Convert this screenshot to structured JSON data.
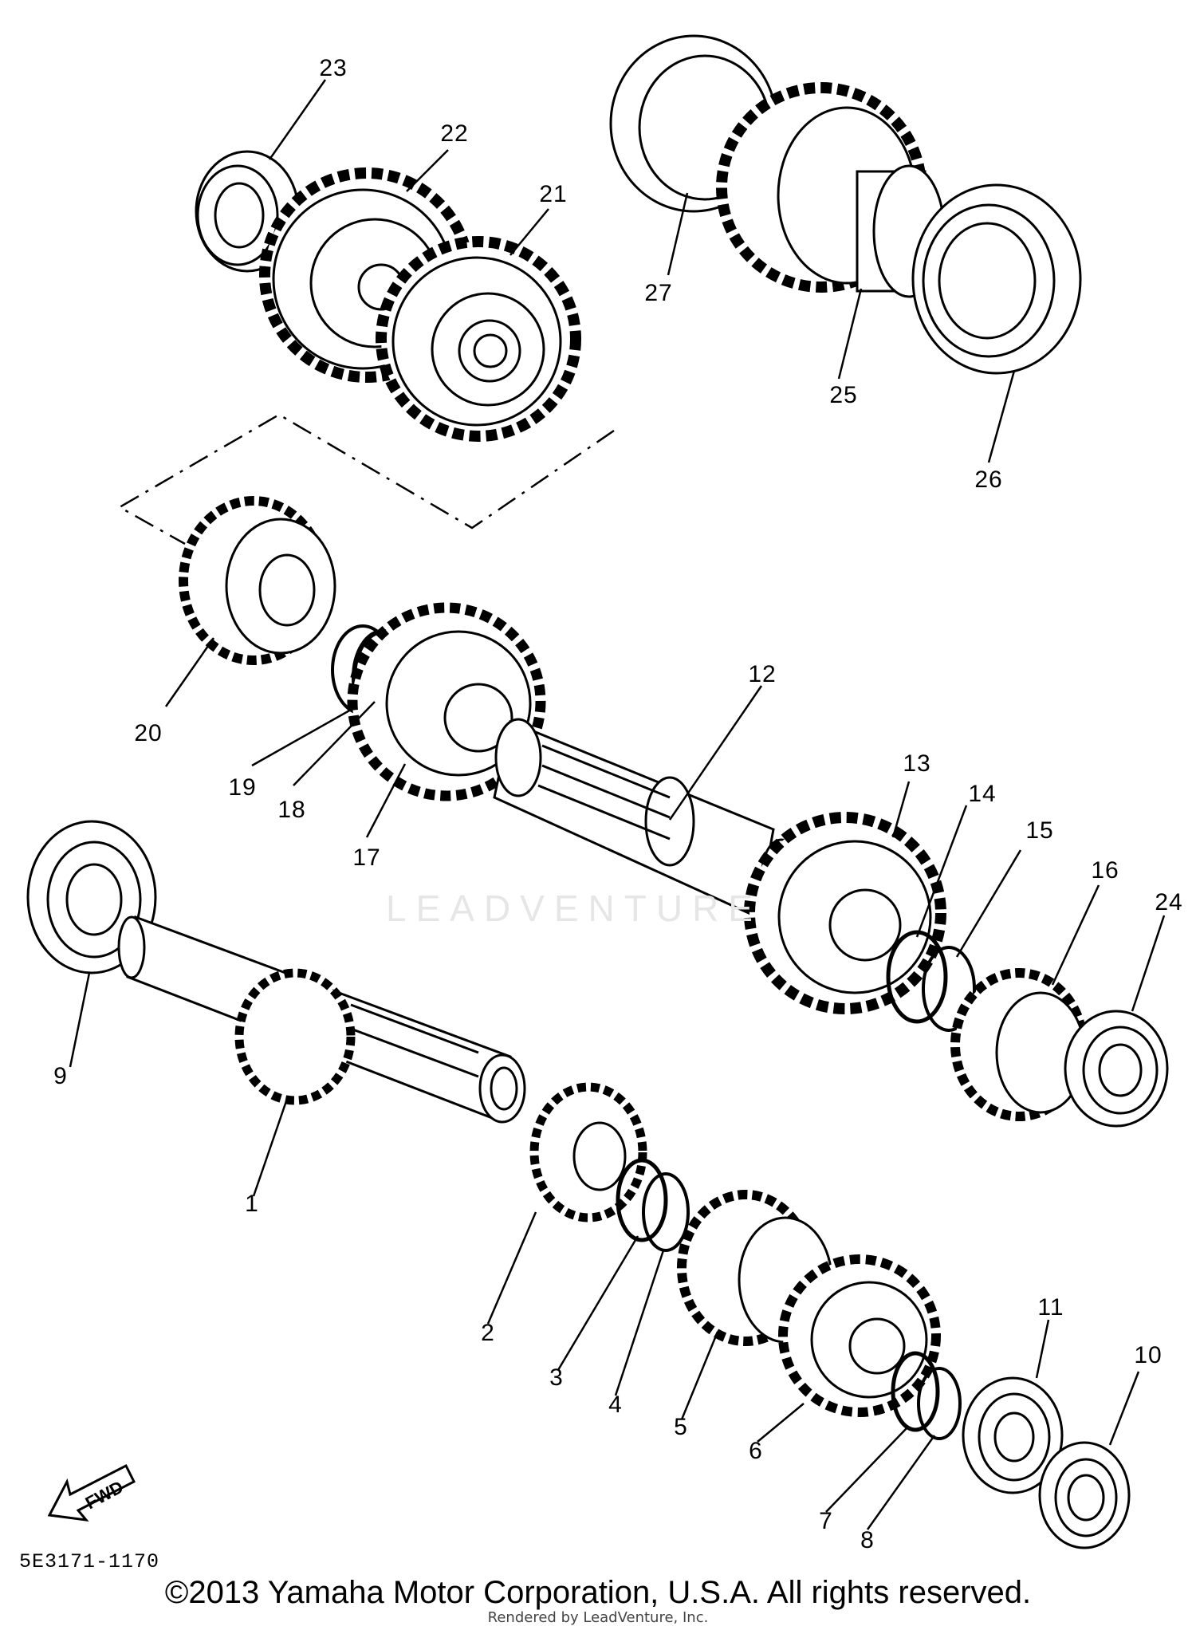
{
  "diagram": {
    "parts": [
      {
        "ref": "1"
      },
      {
        "ref": "2"
      },
      {
        "ref": "3"
      },
      {
        "ref": "4"
      },
      {
        "ref": "5"
      },
      {
        "ref": "6"
      },
      {
        "ref": "7"
      },
      {
        "ref": "8"
      },
      {
        "ref": "9"
      },
      {
        "ref": "10"
      },
      {
        "ref": "11"
      },
      {
        "ref": "12"
      },
      {
        "ref": "13"
      },
      {
        "ref": "14"
      },
      {
        "ref": "15"
      },
      {
        "ref": "16"
      },
      {
        "ref": "17"
      },
      {
        "ref": "18"
      },
      {
        "ref": "19"
      },
      {
        "ref": "20"
      },
      {
        "ref": "21"
      },
      {
        "ref": "22"
      },
      {
        "ref": "23"
      },
      {
        "ref": "24"
      },
      {
        "ref": "25"
      },
      {
        "ref": "26"
      },
      {
        "ref": "27"
      }
    ],
    "diagram_code": "5E3171-1170",
    "fwd_label": "FWD",
    "watermark": "LEADVENTURE",
    "copyright": "©2013 Yamaha Motor Corporation, U.S.A. All rights reserved.",
    "render_credit": "Rendered by LeadVenture, Inc."
  }
}
